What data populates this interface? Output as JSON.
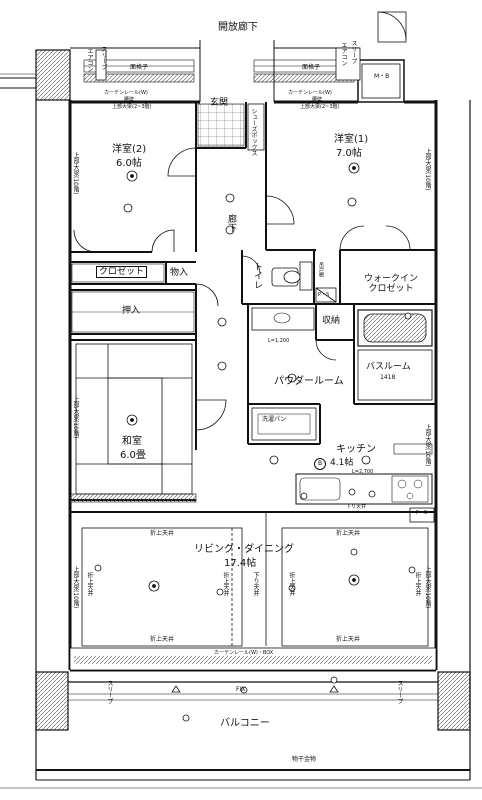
{
  "rooms": {
    "corridor": "開放廊下",
    "entrance": "玄関",
    "shoe_box": "シューズボックス",
    "western_room_2": {
      "name": "洋室(2)",
      "size": "6.0帖"
    },
    "western_room_1": {
      "name": "洋室(1)",
      "size": "7.0帖"
    },
    "hallway": "廊下",
    "closet": "クロゼット",
    "storage": "物入",
    "toilet": "トイレ",
    "cupboard": "吊戸棚",
    "walk_in_closet": "ウォークイン\nクロゼット",
    "oshiire": "押入",
    "shuno": "収納",
    "powder_room": "パウダールーム",
    "bathroom": "バスルーム",
    "bath_size": "1418",
    "japanese_room": {
      "name": "和室",
      "size": "6.0畳"
    },
    "washer_pan": "洗濯パン",
    "kitchen": {
      "name": "キッチン",
      "size": "4.1帖"
    },
    "living_dining": {
      "name": "リビング・ダイニング",
      "size": "17.4帖"
    },
    "balcony": "バルコニー"
  },
  "annotations": {
    "lattice_left": "面格子",
    "lattice_right": "面格子",
    "mb": "M・B",
    "ps_toilet": "P・S",
    "ps_right": "P・S",
    "curtain_rail_left": "カーテンレール(W)",
    "curtain_rail_right": "カーテンレール(W)",
    "curtain_rail_bottom": "カーテンレール(W)・BOX",
    "koshikabe_left": "腰壁",
    "koshikabe_right": "腰壁",
    "beam_left": "上部大梁(2~3階)",
    "beam_right": "上部大梁(2~3階)",
    "beam_western2": "上部大梁(10階)",
    "beam_western1": "上部大梁(10階)",
    "beam_washitsu": "上部大梁(10階)",
    "beam_kitchen": "上部大梁(10階)",
    "beam_living_left": "上部大梁(10階)",
    "beam_living_right": "上部大梁(10階)",
    "l_1200": "L=1,200",
    "l_2700": "L=2,700",
    "sagari_kitchen": "下り天井",
    "sagari_living": "下り天井",
    "ori_top_left": "折上天井",
    "ori_top_right": "折上天井",
    "ori_left": "折上天井",
    "ori_mid_left": "折上天井",
    "ori_mid_right": "折上天井",
    "ori_right": "折上天井",
    "ori_bottom_left": "折上天井",
    "ori_bottom_right": "折上天井",
    "fix": "FIX",
    "monohoshi": "物干金物",
    "sleeve_tl": "スリーブ",
    "sleeve_tr": "スリーブ",
    "sleeve_bl": "スリーブ",
    "sleeve_br": "スリーブ",
    "gas_tl": "エアコン",
    "gas_tr": "エアコン",
    "mark_b": "B",
    "mark_w": "W"
  }
}
